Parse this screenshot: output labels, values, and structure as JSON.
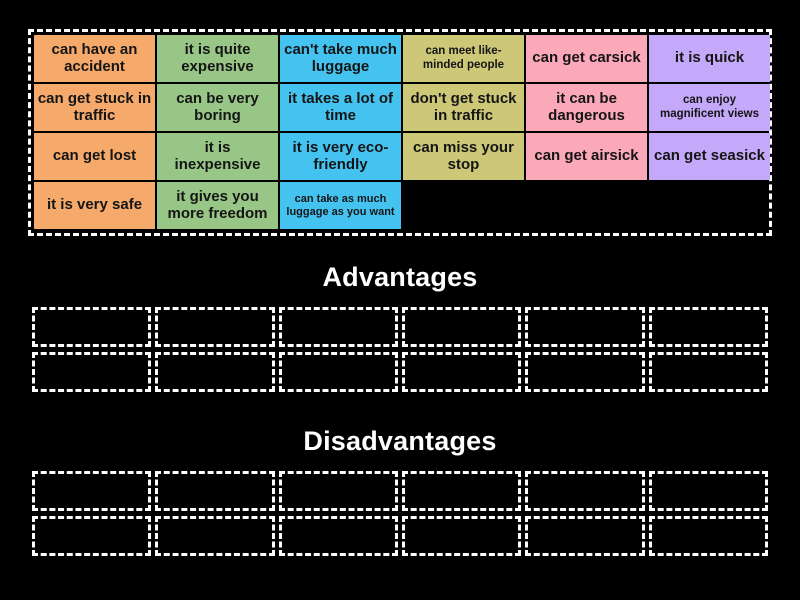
{
  "page": {
    "background_color": "#000000",
    "title_color": "#ffffff",
    "dashed_border_color": "#ffffff"
  },
  "tile_bank": {
    "name": "answer-tile-bank",
    "columns": 6,
    "rows": 4,
    "colors": {
      "orange": "#F5A96B",
      "green": "#98C686",
      "blue": "#45C3F0",
      "olive": "#CCC878",
      "pink": "#FBA8B8",
      "purple": "#C4A8FA"
    },
    "tiles": [
      {
        "text": "can have an accident",
        "color": "#F5A96B",
        "size": "normal"
      },
      {
        "text": "it is quite expensive",
        "color": "#98C686",
        "size": "normal"
      },
      {
        "text": "can't take much luggage",
        "color": "#45C3F0",
        "size": "normal"
      },
      {
        "text": "can meet like-minded people",
        "color": "#CCC878",
        "size": "small"
      },
      {
        "text": "can get carsick",
        "color": "#FBA8B8",
        "size": "normal"
      },
      {
        "text": "it is quick",
        "color": "#C4A8FA",
        "size": "normal"
      },
      {
        "text": "can get stuck in traffic",
        "color": "#F5A96B",
        "size": "normal"
      },
      {
        "text": "can be very boring",
        "color": "#98C686",
        "size": "normal"
      },
      {
        "text": "it takes a lot of time",
        "color": "#45C3F0",
        "size": "normal"
      },
      {
        "text": "don't get stuck in traffic",
        "color": "#CCC878",
        "size": "normal"
      },
      {
        "text": "it can be dangerous",
        "color": "#FBA8B8",
        "size": "normal"
      },
      {
        "text": "can enjoy magnificent views",
        "color": "#C4A8FA",
        "size": "small"
      },
      {
        "text": "can get lost",
        "color": "#F5A96B",
        "size": "normal"
      },
      {
        "text": "it is inexpensive",
        "color": "#98C686",
        "size": "normal"
      },
      {
        "text": "it is very eco-friendly",
        "color": "#45C3F0",
        "size": "normal"
      },
      {
        "text": "can miss your stop",
        "color": "#CCC878",
        "size": "normal"
      },
      {
        "text": "can get airsick",
        "color": "#FBA8B8",
        "size": "normal"
      },
      {
        "text": "can get seasick",
        "color": "#C4A8FA",
        "size": "normal"
      },
      {
        "text": "it is very safe",
        "color": "#F5A96B",
        "size": "normal"
      },
      {
        "text": "it gives you more freedom",
        "color": "#98C686",
        "size": "normal"
      },
      {
        "text": "can take as much luggage as you want",
        "color": "#45C3F0",
        "size": "tiny"
      },
      {
        "text": "",
        "color": "",
        "size": "empty"
      },
      {
        "text": "",
        "color": "",
        "size": "empty"
      },
      {
        "text": "",
        "color": "",
        "size": "empty"
      }
    ]
  },
  "sections": [
    {
      "key": "advantages",
      "title": "Advantages",
      "zone_columns": 6,
      "zone_rows": 2,
      "zone_count": 12
    },
    {
      "key": "disadvantages",
      "title": "Disadvantages",
      "zone_columns": 6,
      "zone_rows": 2,
      "zone_count": 12
    }
  ]
}
